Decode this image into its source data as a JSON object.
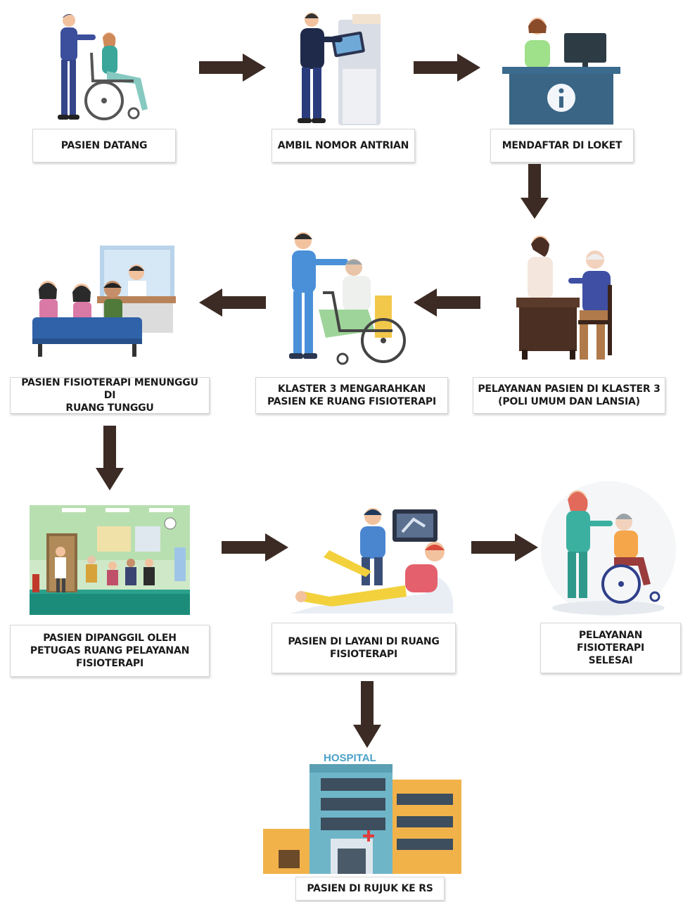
{
  "colors": {
    "arrow": "#3b2b24",
    "label_border": "#d7d7d7",
    "label_text": "#1b1b1b"
  },
  "steps": [
    {
      "id": "pasien-datang",
      "icon": "patient-wheelchair-illustration",
      "lines": [
        "PASIEN DATANG"
      ]
    },
    {
      "id": "ambil-nomor-antrian",
      "icon": "queue-ticket-kiosk-illustration",
      "lines": [
        "AMBIL NOMOR ANTRIAN"
      ]
    },
    {
      "id": "mendaftar-di-loket",
      "icon": "registration-desk-illustration",
      "lines": [
        "MENDAFTAR DI LOKET"
      ]
    },
    {
      "id": "pelayanan-klaster-3",
      "icon": "doctor-consultation-illustration",
      "lines": [
        "PELAYANAN PASIEN DI KLASTER 3",
        "(POLI UMUM DAN LANSIA)"
      ]
    },
    {
      "id": "klaster-3-mengarahkan",
      "icon": "nurse-pushing-wheelchair-illustration",
      "lines": [
        "KLASTER 3 MENGARAHKAN",
        "PASIEN KE RUANG FISIOTERAPI"
      ]
    },
    {
      "id": "menunggu-ruang-tunggu",
      "icon": "waiting-room-illustration",
      "lines": [
        "PASIEN FISIOTERAPI MENUNGGU DI",
        "RUANG TUNGGU"
      ]
    },
    {
      "id": "dipanggil-petugas",
      "icon": "hospital-hallway-illustration",
      "lines": [
        "PASIEN DIPANGGIL OLEH",
        "PETUGAS RUANG PELAYANAN",
        "FISIOTERAPI"
      ]
    },
    {
      "id": "dilayani-ruang-fisioterapi",
      "icon": "physiotherapy-session-illustration",
      "lines": [
        "PASIEN DI LAYANI DI RUANG",
        "FISIOTERAPI"
      ]
    },
    {
      "id": "fisioterapi-selesai",
      "icon": "caregiver-wheelchair-illustration",
      "lines": [
        "PELAYANAN FISIOTERAPI",
        "SELESAI"
      ]
    },
    {
      "id": "rujuk-ke-rs",
      "icon": "hospital-building-illustration",
      "lines": [
        "PASIEN DI RUJUK KE RS"
      ]
    }
  ],
  "hospital_sign": "HOSPITAL"
}
